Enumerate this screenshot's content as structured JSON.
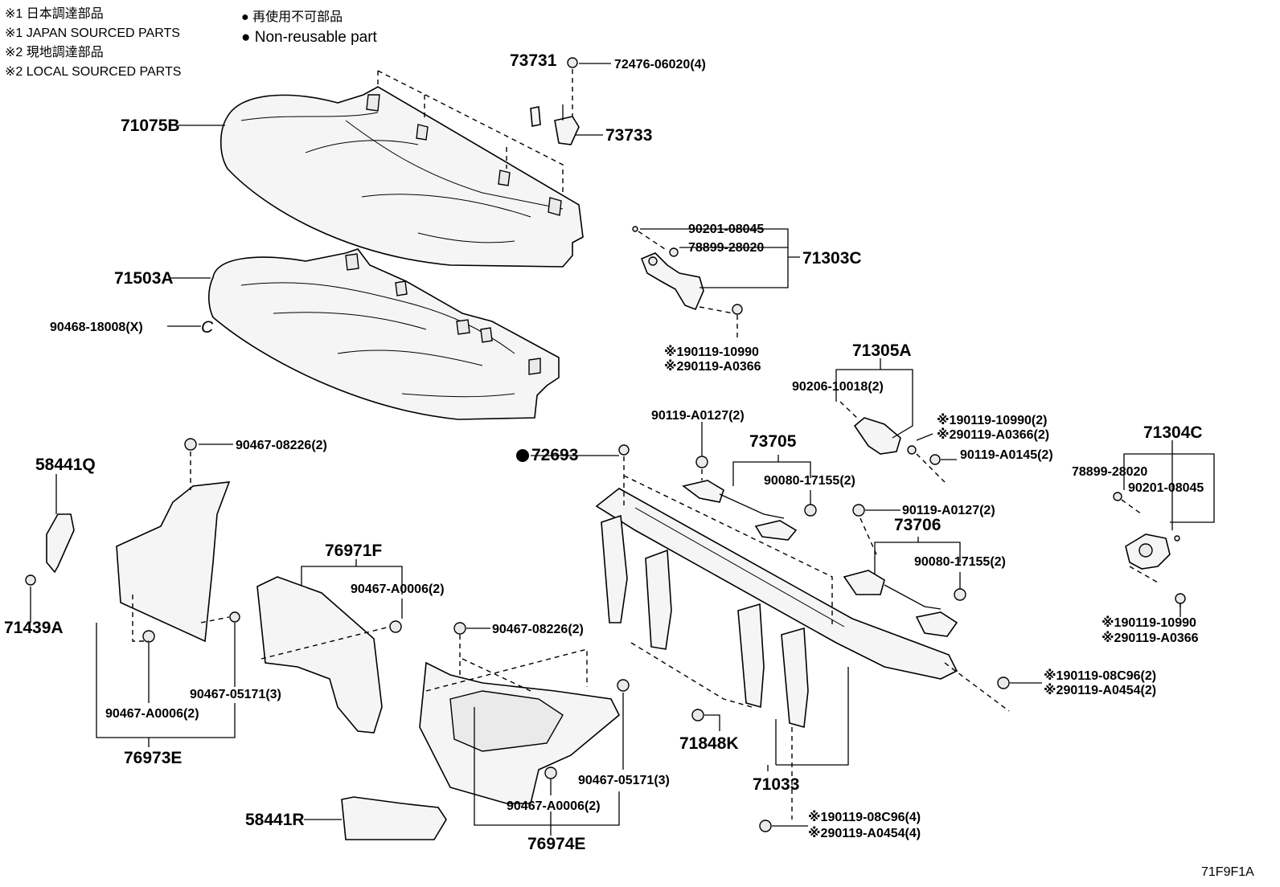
{
  "legend": {
    "line1": "※1 日本調達部品",
    "line2": "※1 JAPAN SOURCED PARTS",
    "line3": "※2 現地調達部品",
    "line4": "※2 LOCAL SOURCED PARTS",
    "line5": "● 再使用不可部品",
    "line6": "● Non-reusable part"
  },
  "diagram_code": "71F9F1A",
  "labels": {
    "p73731": "73731",
    "p72476": "72476-06020(4)",
    "p73733": "73733",
    "p71075B": "71075B",
    "p90201a": "90201-08045",
    "p78899a": "78899-28020",
    "p71303C": "71303C",
    "p71503A": "71503A",
    "p90468": "90468-18008(X)",
    "p90468c": "C",
    "p1_10990a": "※190119-10990",
    "p2_A0366a": "※290119-A0366",
    "p71305A": "71305A",
    "p90206": "90206-10018(2)",
    "p1_10990b": "※190119-10990(2)",
    "p2_A0366b": "※290119-A0366(2)",
    "p90119_A0145": "90119-A0145(2)",
    "p90119_A0127a": "90119-A0127(2)",
    "p73705": "73705",
    "p90080a": "90080-17155(2)",
    "p72693": "72693",
    "p71304C": "71304C",
    "p78899b": "78899-28020",
    "p90201b": "90201-08045",
    "p58441Q": "58441Q",
    "p90467_08226a": "90467-08226(2)",
    "p71439A": "71439A",
    "p90119_A0127b": "90119-A0127(2)",
    "p73706": "73706",
    "p90080b": "90080-17155(2)",
    "p76971F": "76971F",
    "p90467_A0006a": "90467-A0006(2)",
    "p90467_08226b": "90467-08226(2)",
    "p1_10990c": "※190119-10990",
    "p2_A0366c": "※290119-A0366",
    "p1_08C96a": "※190119-08C96(2)",
    "p2_A0454a": "※290119-A0454(2)",
    "p90467_05171a": "90467-05171(3)",
    "p90467_A0006b": "90467-A0006(2)",
    "p76973E": "76973E",
    "p71848K": "71848K",
    "p90467_05171b": "90467-05171(3)",
    "p71033": "71033",
    "p90467_A0006c": "90467-A0006(2)",
    "p58441R": "58441R",
    "p1_08C96b": "※190119-08C96(4)",
    "p2_A0454b": "※290119-A0454(4)",
    "p76974E": "76974E"
  }
}
